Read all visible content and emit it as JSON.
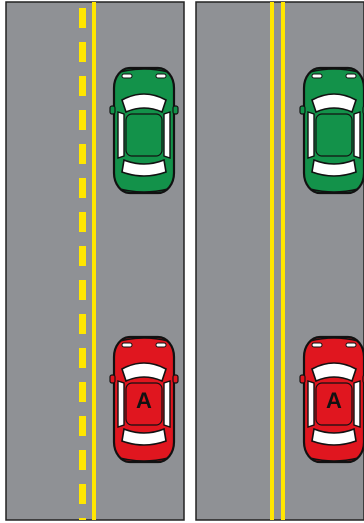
{
  "panels": [
    {
      "id": "left",
      "center_line": "broken-yellow-beside-solid-yellow",
      "cars": [
        {
          "color": "green",
          "label": ""
        },
        {
          "color": "red",
          "label": "A"
        }
      ]
    },
    {
      "id": "right",
      "center_line": "double-solid-yellow",
      "cars": [
        {
          "color": "green",
          "label": ""
        },
        {
          "color": "red",
          "label": "A"
        }
      ]
    }
  ],
  "colors": {
    "road": "#8f9195",
    "yellow_line": "#ffe600",
    "green_car": "#13924a",
    "red_car": "#e0161f",
    "window": "#ffffff",
    "outline": "#111111"
  }
}
